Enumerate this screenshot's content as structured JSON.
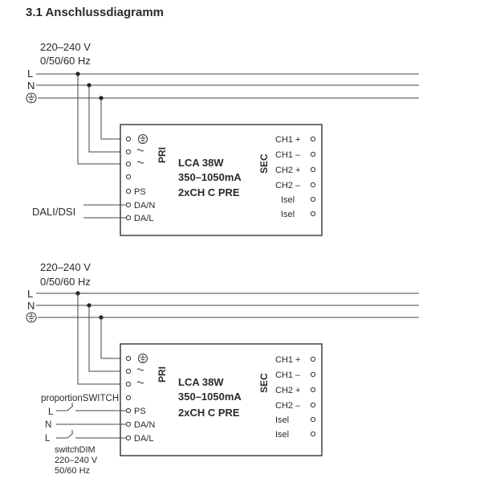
{
  "heading": "3.1 Anschlussdiagramm",
  "diagrams": [
    {
      "supply_voltage": "220–240 V",
      "supply_frequency": "0/50/60 Hz",
      "line_labels": [
        "L",
        "N"
      ],
      "earth_icon": "earth-ground-icon",
      "pri_label": "PRI",
      "sec_label": "SEC",
      "device_lines": [
        "LCA 38W",
        "350–1050mA",
        "2xCH C PRE"
      ],
      "left_terminals": [
        "",
        "",
        "",
        "",
        "PS",
        "DA/N",
        "DA/L"
      ],
      "right_terminals": [
        "CH1 +",
        "CH1 –",
        "CH2 +",
        "CH2 –",
        "Isel",
        "Isel"
      ],
      "control_label": "DALI/DSI"
    },
    {
      "supply_voltage": "220–240 V",
      "supply_frequency": "0/50/60 Hz",
      "line_labels": [
        "L",
        "N"
      ],
      "earth_icon": "earth-ground-icon",
      "pri_label": "PRI",
      "sec_label": "SEC",
      "device_lines": [
        "LCA 38W",
        "350–1050mA",
        "2xCH C PRE"
      ],
      "left_terminals": [
        "",
        "",
        "",
        "PS",
        "DA/N",
        "DA/L"
      ],
      "right_terminals": [
        "CH1 +",
        "CH1 –",
        "CH2 +",
        "CH2 –",
        "Isel",
        "Isel"
      ],
      "proportion_switch_label": "proportionSWITCH",
      "switch_lines": [
        "L",
        "N",
        "L"
      ],
      "switchdim_label": "switchDIM",
      "switchdim_voltage": "220–240 V",
      "switchdim_frequency": "50/60 Hz"
    }
  ]
}
